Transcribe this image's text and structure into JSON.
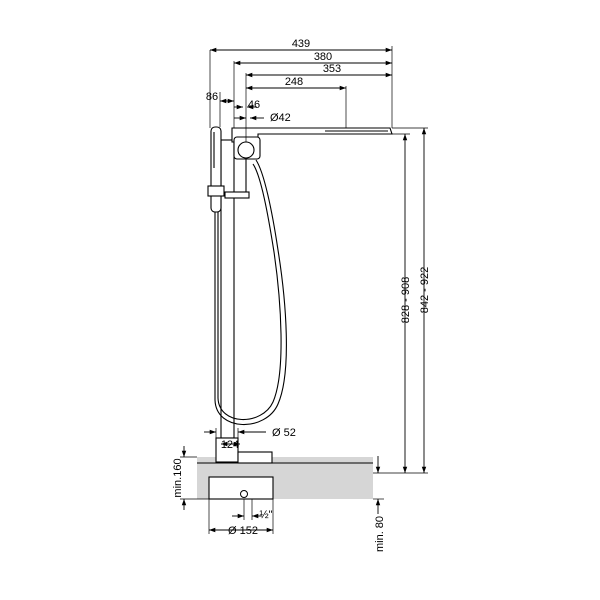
{
  "dimensions": {
    "overall_reach": "439",
    "spout_reach": "380",
    "spout_from_axis": "353",
    "spout_opening": "248",
    "handshower_offset": "86",
    "lever_offset": "46",
    "lever_diameter": "Ø42",
    "column_diameter": "Ø 52",
    "column_offset": "124",
    "base_height": "min.160",
    "floor_clearance": "min. 80",
    "base_diameter": "Ø 152",
    "connection": "½\"",
    "spout_height": "828 - 908",
    "total_height": "842 - 922"
  },
  "colors": {
    "floor_fill": "#d6d6d6",
    "line": "#000000"
  }
}
